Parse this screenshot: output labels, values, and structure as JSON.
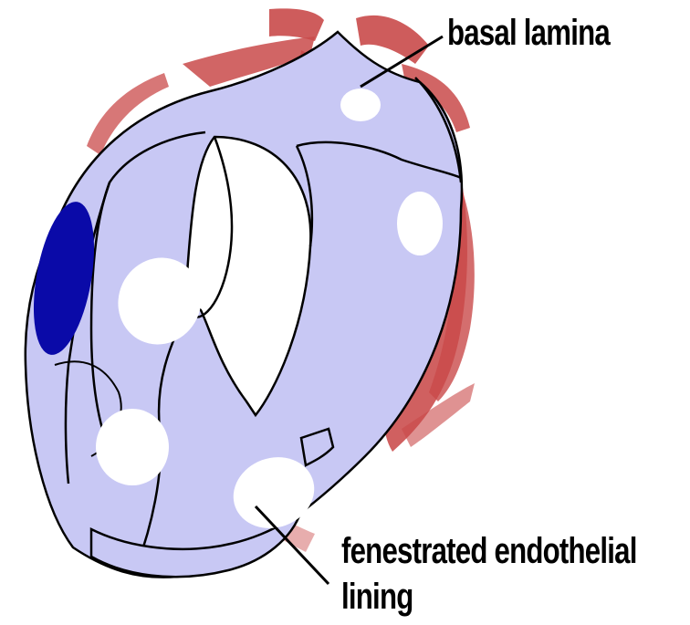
{
  "labels": {
    "basal_lamina": "basal lamina",
    "fenestrated_line1": "fenestrated endothelial",
    "fenestrated_line2": "lining"
  },
  "colors": {
    "basal_lamina": "#c94a4a",
    "basal_lamina_dark": "#b23a45",
    "endothelium": "#c8c8f4",
    "nucleus": "#0a0aa8",
    "outline": "#000000"
  }
}
